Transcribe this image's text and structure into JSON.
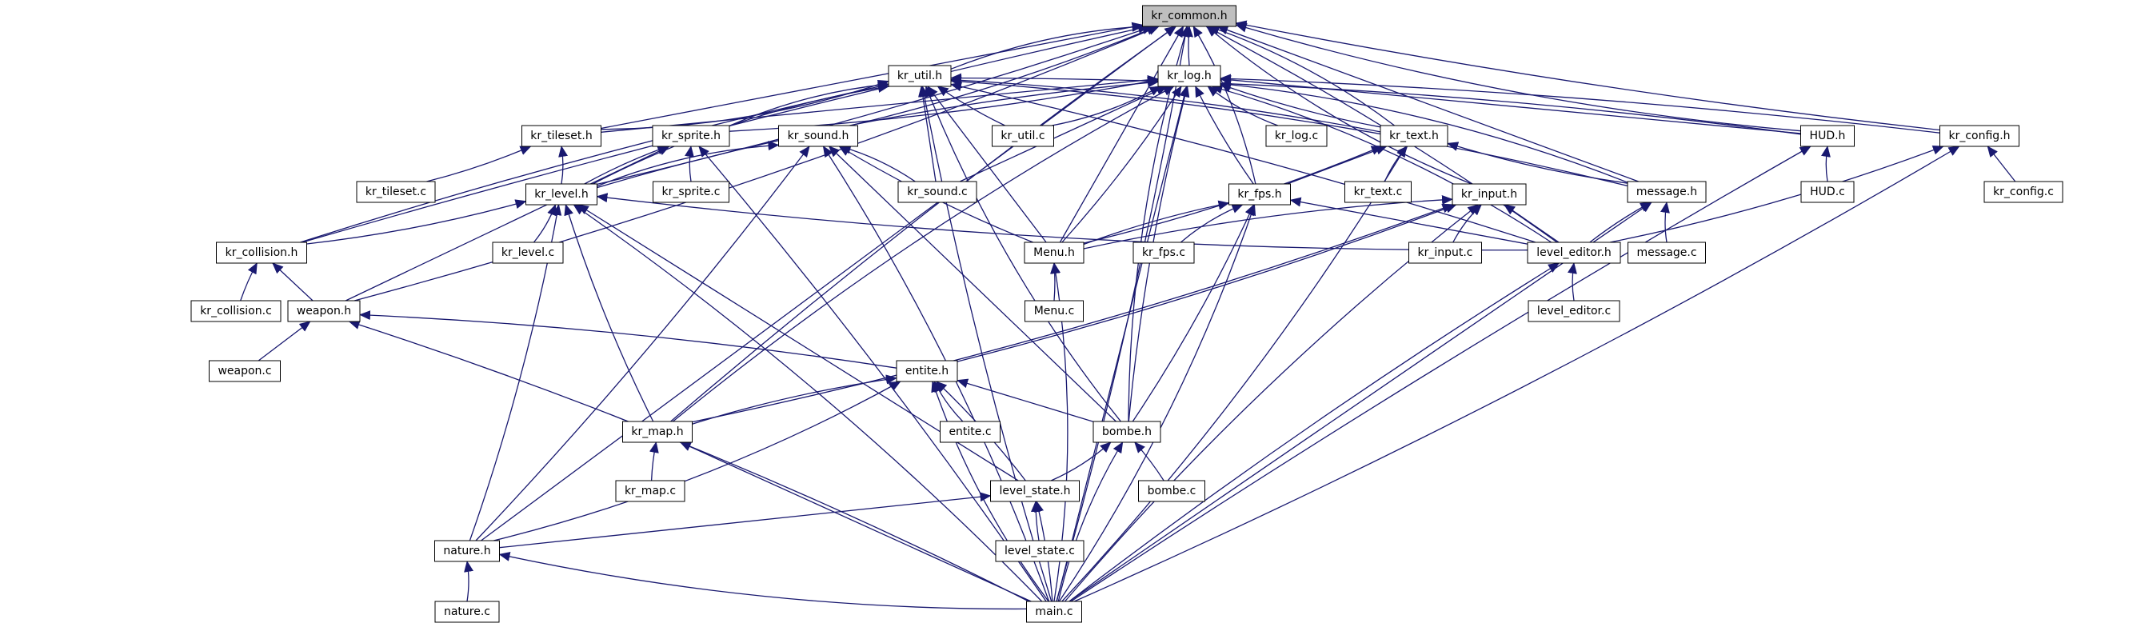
{
  "colors": {
    "edge": "#191970",
    "node_fill": "#ffffff",
    "node_highlight_fill": "#bfbfbf",
    "node_border": "#000000",
    "background": "#ffffff"
  },
  "highlighted_node": "kr_common_h",
  "nodes": [
    {
      "id": "kr_common_h",
      "label": "kr_common.h"
    },
    {
      "id": "kr_util_h",
      "label": "kr_util.h"
    },
    {
      "id": "kr_log_h",
      "label": "kr_log.h"
    },
    {
      "id": "kr_tileset_h",
      "label": "kr_tileset.h"
    },
    {
      "id": "kr_sprite_h",
      "label": "kr_sprite.h"
    },
    {
      "id": "kr_sound_h",
      "label": "kr_sound.h"
    },
    {
      "id": "kr_util_c",
      "label": "kr_util.c"
    },
    {
      "id": "kr_log_c",
      "label": "kr_log.c"
    },
    {
      "id": "kr_text_h",
      "label": "kr_text.h"
    },
    {
      "id": "hud_h",
      "label": "HUD.h"
    },
    {
      "id": "kr_config_h",
      "label": "kr_config.h"
    },
    {
      "id": "kr_tileset_c",
      "label": "kr_tileset.c"
    },
    {
      "id": "kr_sprite_c",
      "label": "kr_sprite.c"
    },
    {
      "id": "kr_sound_c",
      "label": "kr_sound.c"
    },
    {
      "id": "kr_text_c",
      "label": "kr_text.c"
    },
    {
      "id": "message_h",
      "label": "message.h"
    },
    {
      "id": "hud_c",
      "label": "HUD.c"
    },
    {
      "id": "kr_config_c",
      "label": "kr_config.c"
    },
    {
      "id": "kr_level_h",
      "label": "kr_level.h"
    },
    {
      "id": "kr_fps_h",
      "label": "kr_fps.h"
    },
    {
      "id": "kr_input_h",
      "label": "kr_input.h"
    },
    {
      "id": "kr_collision_h",
      "label": "kr_collision.h"
    },
    {
      "id": "kr_level_c",
      "label": "kr_level.c"
    },
    {
      "id": "menu_h",
      "label": "Menu.h"
    },
    {
      "id": "kr_fps_c",
      "label": "kr_fps.c"
    },
    {
      "id": "kr_input_c",
      "label": "kr_input.c"
    },
    {
      "id": "level_editor_h",
      "label": "level_editor.h"
    },
    {
      "id": "message_c",
      "label": "message.c"
    },
    {
      "id": "kr_collision_c",
      "label": "kr_collision.c"
    },
    {
      "id": "weapon_h",
      "label": "weapon.h"
    },
    {
      "id": "menu_c",
      "label": "Menu.c"
    },
    {
      "id": "level_editor_c",
      "label": "level_editor.c"
    },
    {
      "id": "weapon_c",
      "label": "weapon.c"
    },
    {
      "id": "entite_h",
      "label": "entite.h"
    },
    {
      "id": "kr_map_h",
      "label": "kr_map.h"
    },
    {
      "id": "entite_c",
      "label": "entite.c"
    },
    {
      "id": "bombe_h",
      "label": "bombe.h"
    },
    {
      "id": "kr_map_c",
      "label": "kr_map.c"
    },
    {
      "id": "level_state_h",
      "label": "level_state.h"
    },
    {
      "id": "bombe_c",
      "label": "bombe.c"
    },
    {
      "id": "level_state_c",
      "label": "level_state.c"
    },
    {
      "id": "nature_h",
      "label": "nature.h"
    },
    {
      "id": "nature_c",
      "label": "nature.c"
    },
    {
      "id": "main_c",
      "label": "main.c"
    }
  ],
  "edges": [
    {
      "from": "kr_util_h",
      "to": "kr_common_h"
    },
    {
      "from": "kr_log_h",
      "to": "kr_common_h"
    },
    {
      "from": "kr_tileset_h",
      "to": "kr_common_h"
    },
    {
      "from": "kr_sound_h",
      "to": "kr_common_h"
    },
    {
      "from": "kr_text_h",
      "to": "kr_common_h"
    },
    {
      "from": "hud_h",
      "to": "kr_common_h"
    },
    {
      "from": "kr_config_h",
      "to": "kr_common_h"
    },
    {
      "from": "message_h",
      "to": "kr_common_h"
    },
    {
      "from": "kr_level_h",
      "to": "kr_common_h"
    },
    {
      "from": "kr_fps_h",
      "to": "kr_common_h"
    },
    {
      "from": "kr_input_h",
      "to": "kr_common_h"
    },
    {
      "from": "kr_collision_h",
      "to": "kr_common_h"
    },
    {
      "from": "menu_h",
      "to": "kr_common_h"
    },
    {
      "from": "level_editor_h",
      "to": "kr_common_h"
    },
    {
      "from": "weapon_h",
      "to": "kr_common_h"
    },
    {
      "from": "bombe_h",
      "to": "kr_common_h"
    },
    {
      "from": "kr_map_h",
      "to": "kr_common_h"
    },
    {
      "from": "nature_h",
      "to": "kr_common_h"
    },
    {
      "from": "main_c",
      "to": "kr_common_h"
    },
    {
      "from": "kr_tileset_h",
      "to": "kr_util_h"
    },
    {
      "from": "kr_sprite_h",
      "to": "kr_util_h"
    },
    {
      "from": "kr_util_c",
      "to": "kr_util_h"
    },
    {
      "from": "kr_sound_c",
      "to": "kr_util_h"
    },
    {
      "from": "kr_text_h",
      "to": "kr_util_h"
    },
    {
      "from": "hud_h",
      "to": "kr_util_h"
    },
    {
      "from": "kr_level_h",
      "to": "kr_util_h"
    },
    {
      "from": "kr_collision_h",
      "to": "kr_util_h"
    },
    {
      "from": "menu_h",
      "to": "kr_util_h"
    },
    {
      "from": "level_editor_h",
      "to": "kr_util_h"
    },
    {
      "from": "message_h",
      "to": "kr_util_h"
    },
    {
      "from": "bombe_h",
      "to": "kr_util_h"
    },
    {
      "from": "main_c",
      "to": "kr_util_h"
    },
    {
      "from": "kr_tileset_h",
      "to": "kr_log_h"
    },
    {
      "from": "kr_sprite_h",
      "to": "kr_log_h"
    },
    {
      "from": "kr_util_c",
      "to": "kr_log_h"
    },
    {
      "from": "kr_log_c",
      "to": "kr_log_h"
    },
    {
      "from": "kr_text_h",
      "to": "kr_log_h"
    },
    {
      "from": "hud_h",
      "to": "kr_log_h"
    },
    {
      "from": "kr_config_h",
      "to": "kr_log_h"
    },
    {
      "from": "message_h",
      "to": "kr_log_h"
    },
    {
      "from": "kr_level_h",
      "to": "kr_log_h"
    },
    {
      "from": "kr_fps_h",
      "to": "kr_log_h"
    },
    {
      "from": "kr_sound_c",
      "to": "kr_log_h"
    },
    {
      "from": "menu_h",
      "to": "kr_log_h"
    },
    {
      "from": "level_editor_h",
      "to": "kr_log_h"
    },
    {
      "from": "kr_map_h",
      "to": "kr_log_h"
    },
    {
      "from": "bombe_h",
      "to": "kr_log_h"
    },
    {
      "from": "main_c",
      "to": "kr_log_h"
    },
    {
      "from": "kr_tileset_c",
      "to": "kr_tileset_h"
    },
    {
      "from": "kr_level_h",
      "to": "kr_tileset_h"
    },
    {
      "from": "kr_sprite_c",
      "to": "kr_sprite_h"
    },
    {
      "from": "kr_level_h",
      "to": "kr_sprite_h"
    },
    {
      "from": "weapon_h",
      "to": "kr_sprite_h"
    },
    {
      "from": "main_c",
      "to": "kr_sprite_h"
    },
    {
      "from": "kr_sound_c",
      "to": "kr_sound_h"
    },
    {
      "from": "kr_level_h",
      "to": "kr_sound_h"
    },
    {
      "from": "menu_h",
      "to": "kr_sound_h"
    },
    {
      "from": "bombe_h",
      "to": "kr_sound_h"
    },
    {
      "from": "nature_h",
      "to": "kr_sound_h"
    },
    {
      "from": "main_c",
      "to": "kr_sound_h"
    },
    {
      "from": "kr_text_c",
      "to": "kr_text_h"
    },
    {
      "from": "message_h",
      "to": "kr_text_h"
    },
    {
      "from": "kr_fps_h",
      "to": "kr_text_h"
    },
    {
      "from": "menu_h",
      "to": "kr_text_h"
    },
    {
      "from": "main_c",
      "to": "kr_text_h"
    },
    {
      "from": "hud_c",
      "to": "hud_h"
    },
    {
      "from": "main_c",
      "to": "hud_h"
    },
    {
      "from": "kr_config_c",
      "to": "kr_config_h"
    },
    {
      "from": "level_editor_h",
      "to": "kr_config_h"
    },
    {
      "from": "main_c",
      "to": "kr_config_h"
    },
    {
      "from": "message_c",
      "to": "message_h"
    },
    {
      "from": "level_editor_h",
      "to": "message_h"
    },
    {
      "from": "main_c",
      "to": "message_h"
    },
    {
      "from": "kr_collision_h",
      "to": "kr_level_h"
    },
    {
      "from": "kr_level_c",
      "to": "kr_level_h"
    },
    {
      "from": "level_editor_h",
      "to": "kr_level_h"
    },
    {
      "from": "kr_map_h",
      "to": "kr_level_h"
    },
    {
      "from": "level_state_h",
      "to": "kr_level_h"
    },
    {
      "from": "nature_h",
      "to": "kr_level_h"
    },
    {
      "from": "main_c",
      "to": "kr_level_h"
    },
    {
      "from": "kr_fps_c",
      "to": "kr_fps_h"
    },
    {
      "from": "menu_h",
      "to": "kr_fps_h"
    },
    {
      "from": "level_editor_h",
      "to": "kr_fps_h"
    },
    {
      "from": "bombe_h",
      "to": "kr_fps_h"
    },
    {
      "from": "main_c",
      "to": "kr_fps_h"
    },
    {
      "from": "kr_input_c",
      "to": "kr_input_h"
    },
    {
      "from": "menu_h",
      "to": "kr_input_h"
    },
    {
      "from": "level_editor_h",
      "to": "kr_input_h"
    },
    {
      "from": "entite_h",
      "to": "kr_input_h"
    },
    {
      "from": "kr_map_h",
      "to": "kr_input_h"
    },
    {
      "from": "main_c",
      "to": "kr_input_h"
    },
    {
      "from": "kr_collision_c",
      "to": "kr_collision_h"
    },
    {
      "from": "weapon_h",
      "to": "kr_collision_h"
    },
    {
      "from": "menu_c",
      "to": "menu_h"
    },
    {
      "from": "main_c",
      "to": "menu_h"
    },
    {
      "from": "level_editor_c",
      "to": "level_editor_h"
    },
    {
      "from": "main_c",
      "to": "level_editor_h"
    },
    {
      "from": "weapon_c",
      "to": "weapon_h"
    },
    {
      "from": "entite_h",
      "to": "weapon_h"
    },
    {
      "from": "main_c",
      "to": "weapon_h"
    },
    {
      "from": "entite_c",
      "to": "entite_h"
    },
    {
      "from": "kr_map_h",
      "to": "entite_h"
    },
    {
      "from": "bombe_h",
      "to": "entite_h"
    },
    {
      "from": "level_state_h",
      "to": "entite_h"
    },
    {
      "from": "nature_h",
      "to": "entite_h"
    },
    {
      "from": "main_c",
      "to": "entite_h"
    },
    {
      "from": "kr_map_c",
      "to": "kr_map_h"
    },
    {
      "from": "main_c",
      "to": "kr_map_h"
    },
    {
      "from": "bombe_c",
      "to": "bombe_h"
    },
    {
      "from": "level_state_h",
      "to": "bombe_h"
    },
    {
      "from": "main_c",
      "to": "bombe_h"
    },
    {
      "from": "level_state_c",
      "to": "level_state_h"
    },
    {
      "from": "nature_h",
      "to": "level_state_h"
    },
    {
      "from": "main_c",
      "to": "level_state_h"
    },
    {
      "from": "nature_c",
      "to": "nature_h"
    },
    {
      "from": "main_c",
      "to": "nature_h"
    }
  ]
}
